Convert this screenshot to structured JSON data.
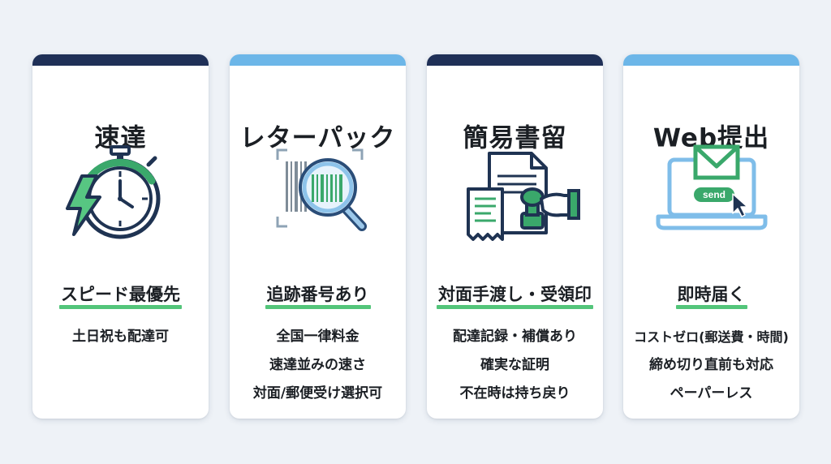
{
  "colors": {
    "bar_dark": "#1f3057",
    "bar_light": "#6cb6e8",
    "accent_green": "#53c57a",
    "icon_navy": "#1f3352",
    "icon_blue": "#7fbde9"
  },
  "cards": [
    {
      "title": "速達",
      "icon": "stopwatch-lightning-icon",
      "headline": "スピード最優先",
      "features": [
        "土日祝も配達可"
      ]
    },
    {
      "title": "レターパック",
      "icon": "barcode-magnifier-icon",
      "headline": "追跡番号あり",
      "features": [
        "全国一律料金",
        "速達並みの速さ",
        "対面/郵便受け選択可"
      ]
    },
    {
      "title": "簡易書留",
      "icon": "document-stamp-icon",
      "headline": "対面手渡し・受領印",
      "features": [
        "配達記録・補償あり",
        "確実な証明",
        "不在時は持ち戻り"
      ]
    },
    {
      "title": "Web提出",
      "icon": "laptop-send-mail-icon",
      "headline": "即時届く",
      "send_label": "send",
      "features": [
        "コストゼロ(郵送費・時間)",
        "締め切り直前も対応",
        "ペーパーレス"
      ]
    }
  ]
}
